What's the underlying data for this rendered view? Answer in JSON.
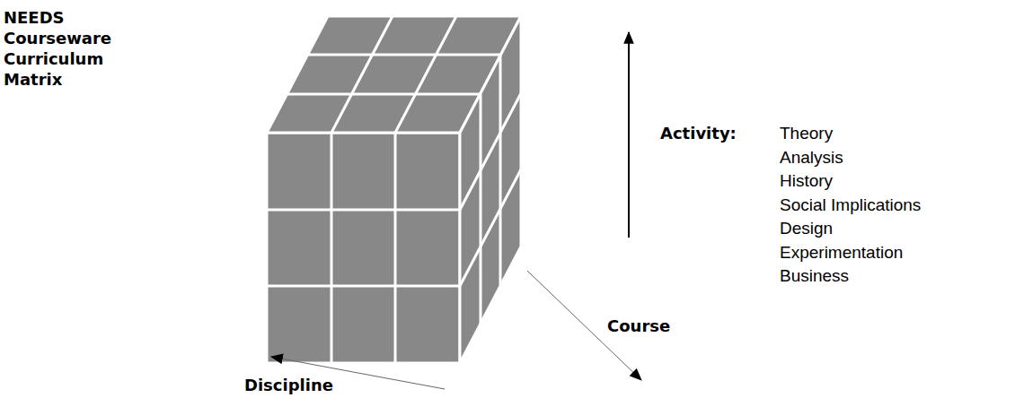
{
  "diagram": {
    "title": "NEEDS Courseware Curriculum Matrix",
    "labels": [
      "Activity:",
      "Theory",
      "Analysis",
      "History",
      "Social Implications",
      "Design",
      "Experimentation",
      "Business",
      "Course",
      "Discipline"
    ]
  }
}
